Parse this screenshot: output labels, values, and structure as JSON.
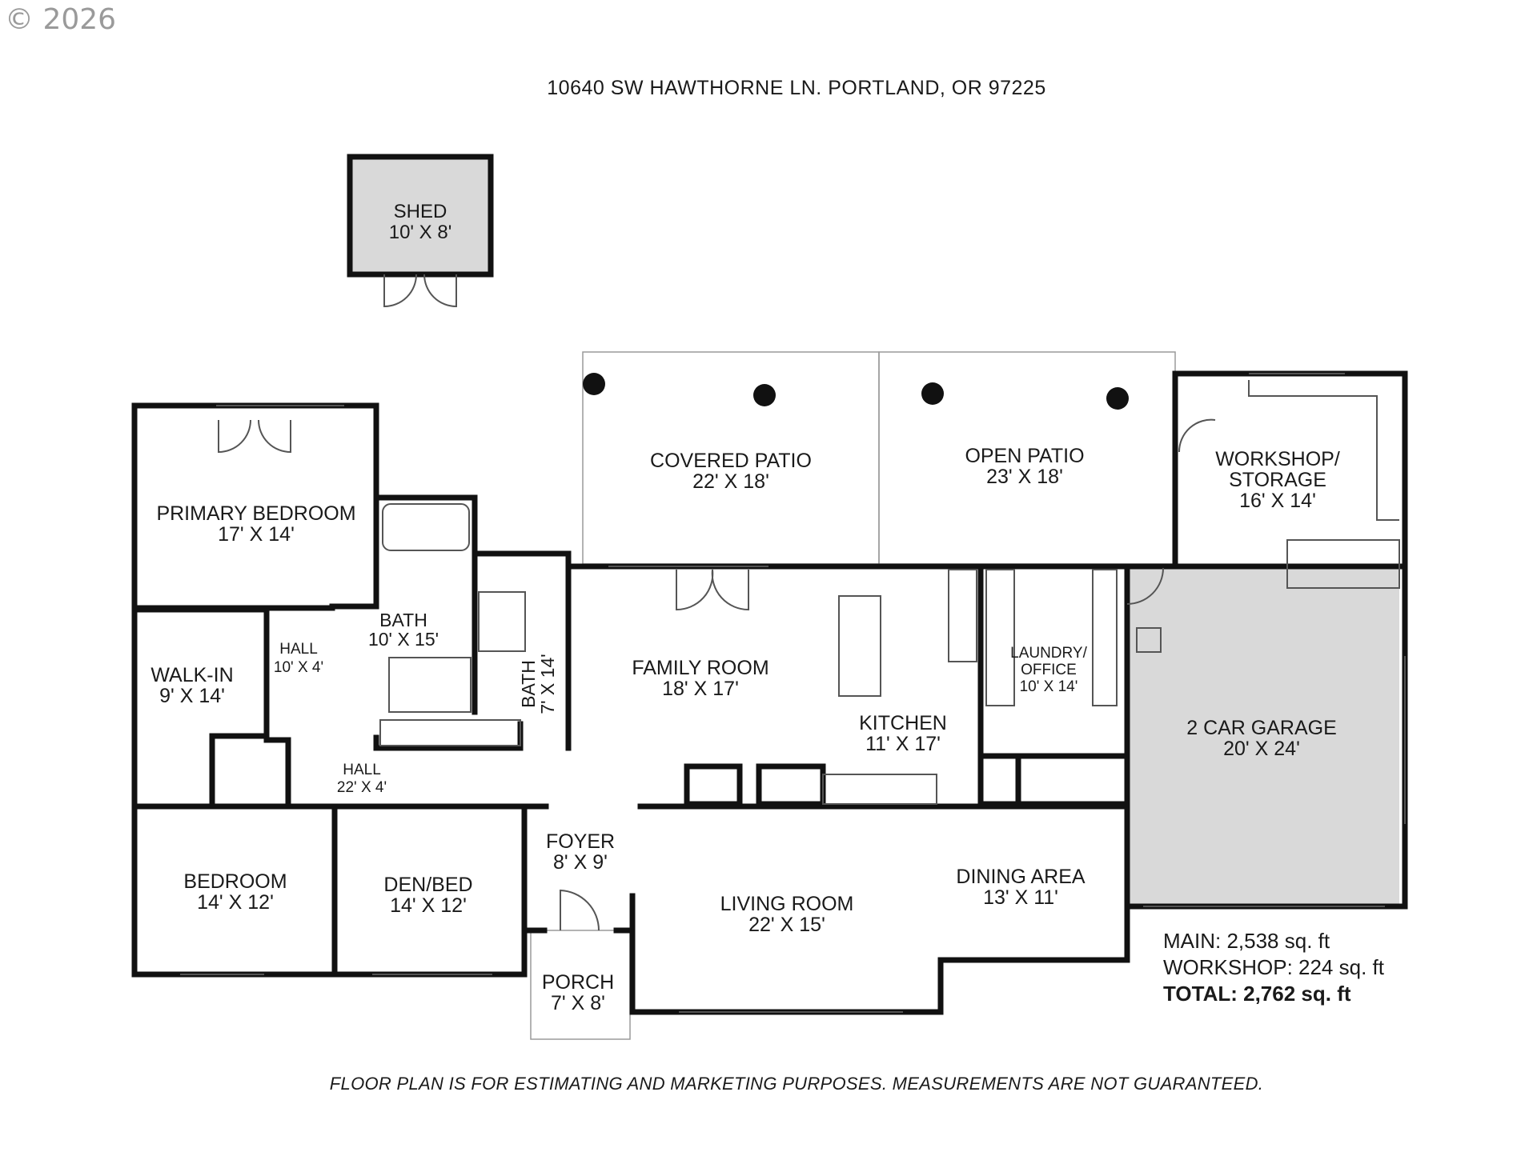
{
  "copyright": "© 2026",
  "address": "10640 SW HAWTHORNE LN. PORTLAND, OR 97225",
  "rooms": {
    "shed": {
      "name": "SHED",
      "size": "10' X 8'"
    },
    "covered_patio": {
      "name": "COVERED PATIO",
      "size": "22' X 18'"
    },
    "open_patio": {
      "name": "OPEN PATIO",
      "size": "23' X 18'"
    },
    "workshop": {
      "name_line1": "WORKSHOP/",
      "name_line2": "STORAGE",
      "size": "16' X 14'"
    },
    "primary_bedroom": {
      "name": "PRIMARY BEDROOM",
      "size": "17' X 14'"
    },
    "walk_in": {
      "name": "WALK-IN",
      "size": "9' X 14'"
    },
    "hall_upper": {
      "name": "HALL",
      "size": "10' X 4'"
    },
    "bath_main": {
      "name": "BATH",
      "size": "10' X 15'"
    },
    "bath_vertical": {
      "name": "BATH",
      "size": "7' X 14'"
    },
    "family_room": {
      "name": "FAMILY ROOM",
      "size": "18' X 17'"
    },
    "kitchen": {
      "name": "KITCHEN",
      "size": "11' X 17'"
    },
    "laundry": {
      "name_line1": "LAUNDRY/",
      "name_line2": "OFFICE",
      "size": "10' X 14'"
    },
    "garage": {
      "name": "2 CAR GARAGE",
      "size": "20' X 24'"
    },
    "hall_lower": {
      "name": "HALL",
      "size": "22' X 4'"
    },
    "bedroom": {
      "name": "BEDROOM",
      "size": "14' X 12'"
    },
    "den": {
      "name": "DEN/BED",
      "size": "14' X 12'"
    },
    "foyer": {
      "name": "FOYER",
      "size": "8' X 9'"
    },
    "living_room": {
      "name": "LIVING ROOM",
      "size": "22' X 15'"
    },
    "dining_area": {
      "name": "DINING AREA",
      "size": "13' X 11'"
    },
    "porch": {
      "name": "PORCH",
      "size": "7' X 8'"
    }
  },
  "areas": {
    "main": "MAIN: 2,538 sq. ft",
    "workshop": "WORKSHOP: 224 sq. ft",
    "total": "TOTAL: 2,762 sq. ft"
  },
  "disclaimer": "FLOOR PLAN IS FOR ESTIMATING AND MARKETING PURPOSES. MEASUREMENTS ARE NOT GUARANTEED.",
  "colors": {
    "wall": "#111111",
    "fill_gray": "#d9d9d9",
    "thin_line": "#9a9a9a"
  }
}
